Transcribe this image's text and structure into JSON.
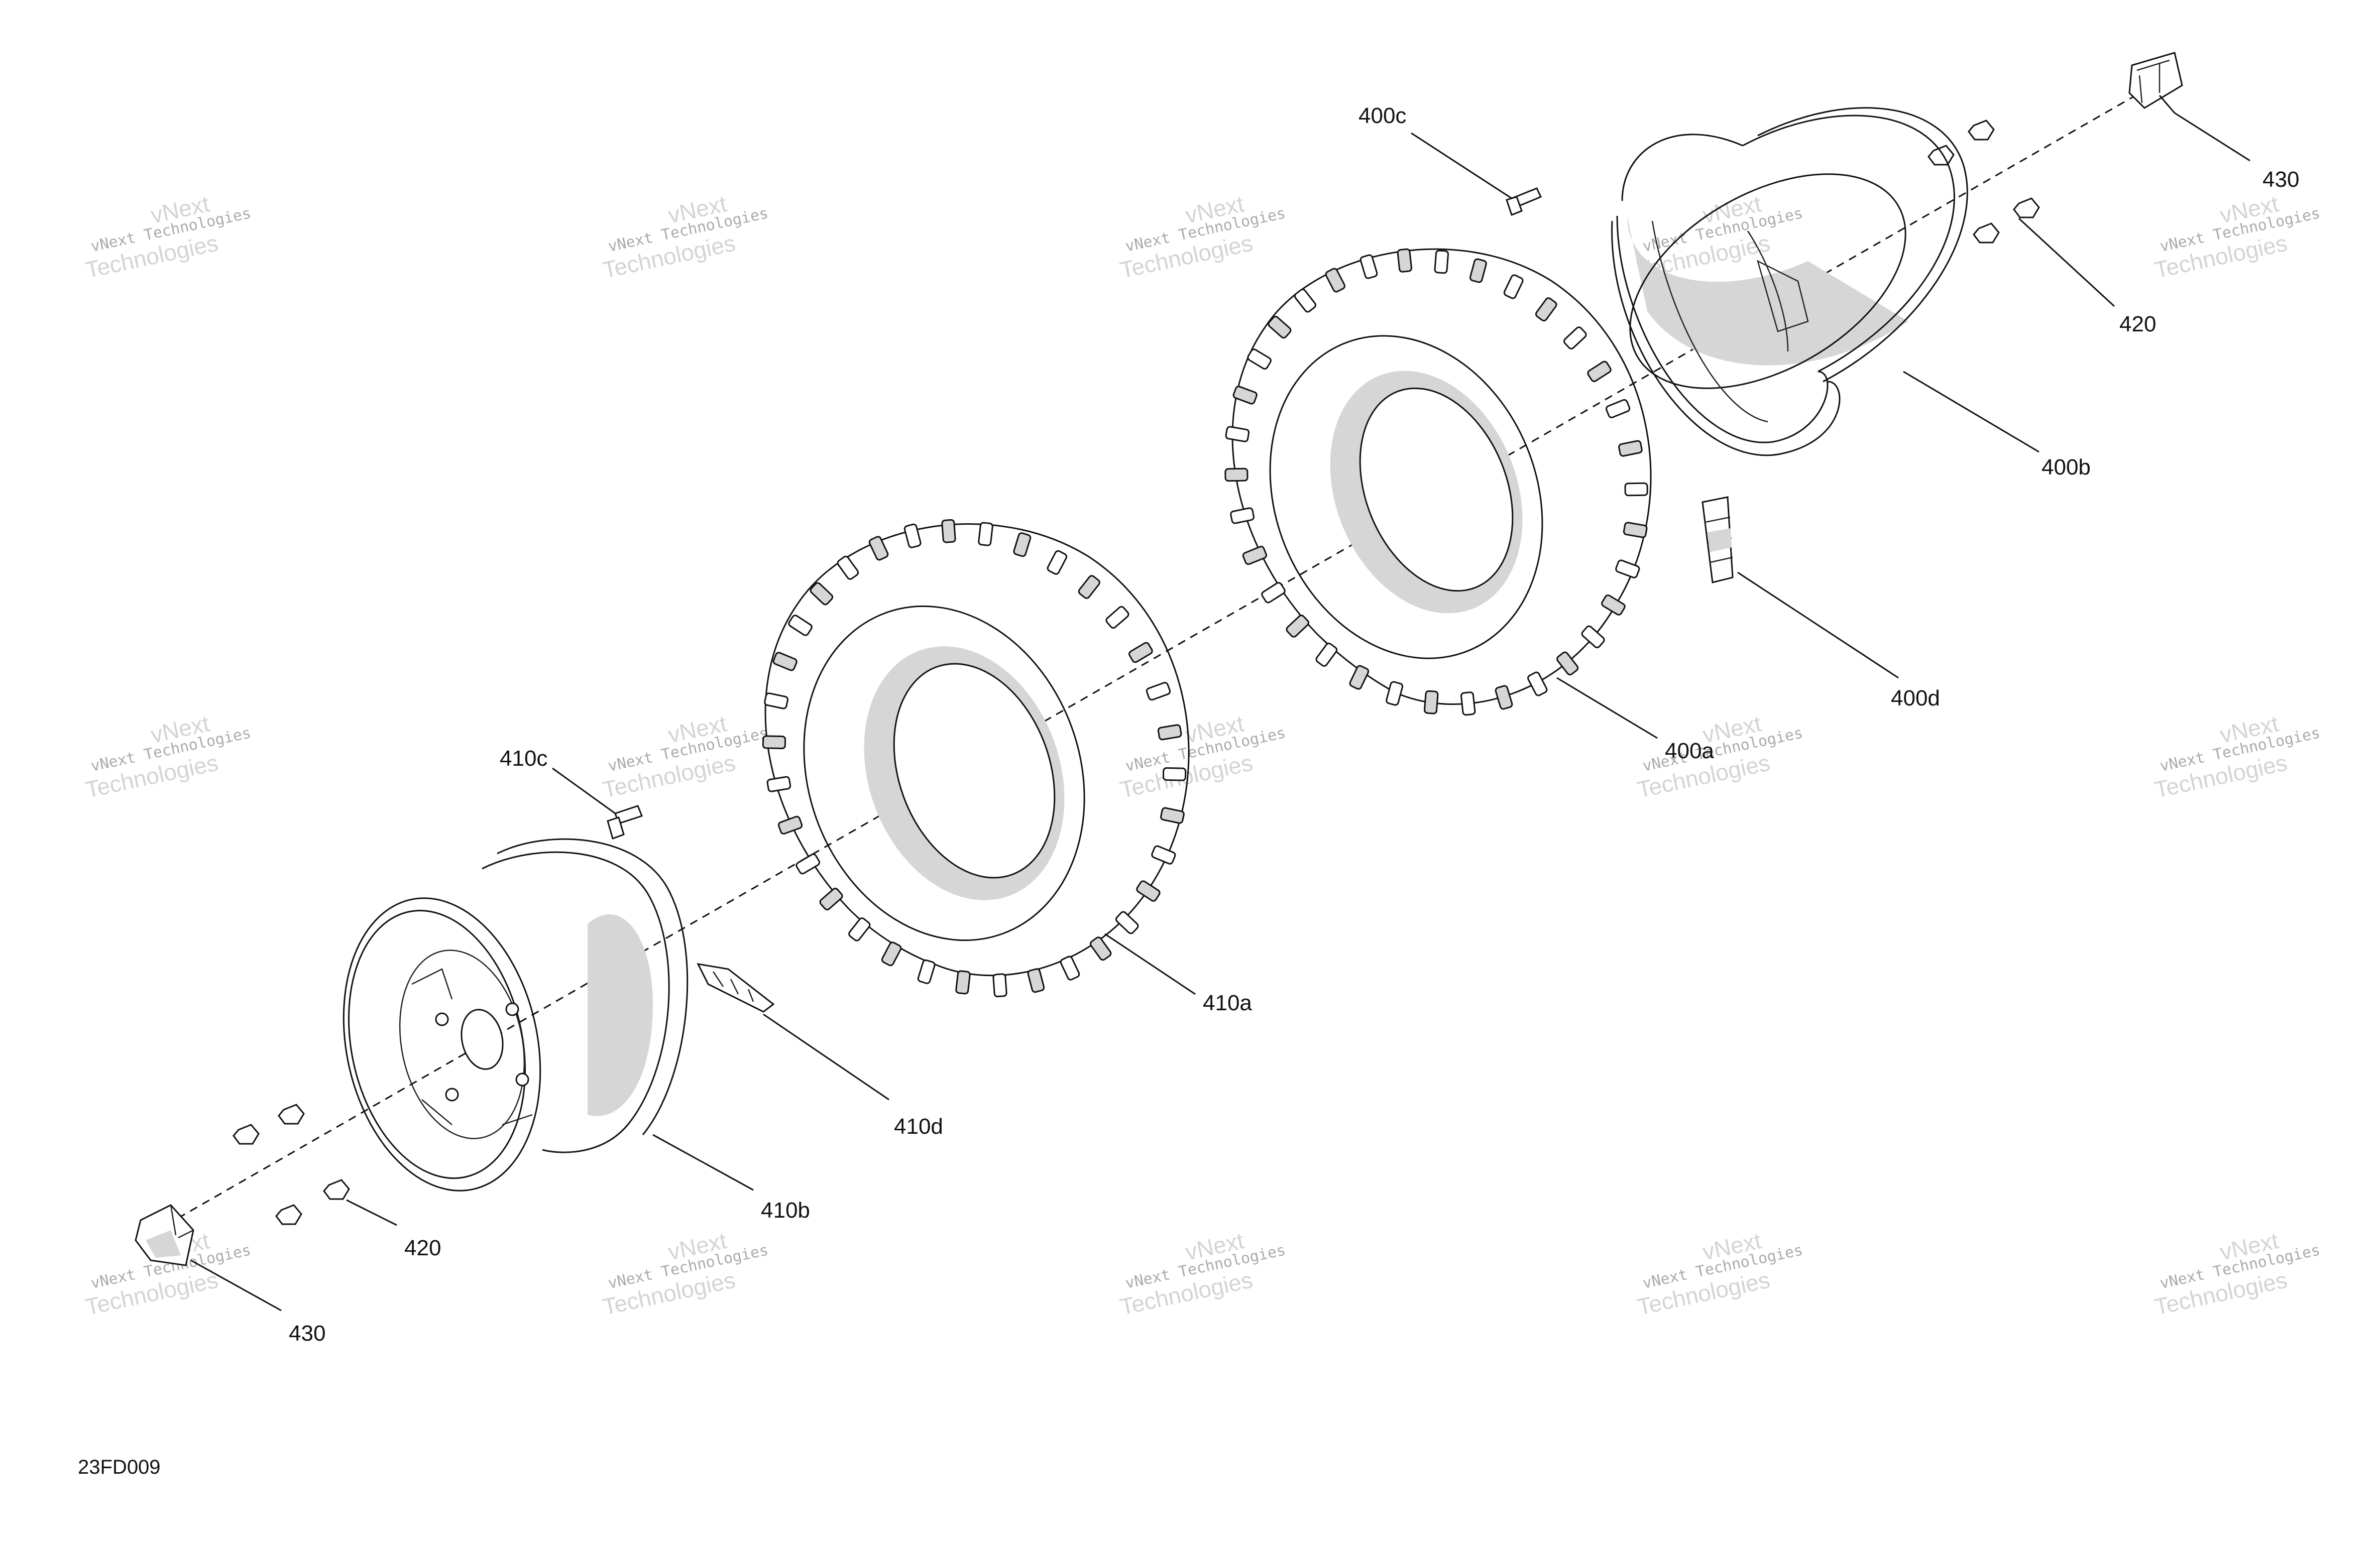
{
  "figure_id": "23FD009",
  "watermark": {
    "line1": "vNext Technologies",
    "line2": "vNext",
    "line3": "Technologies"
  },
  "callouts": {
    "c400a": "400a",
    "c400b": "400b",
    "c400c": "400c",
    "c400d": "400d",
    "c410a": "410a",
    "c410b": "410b",
    "c410c": "410c",
    "c410d": "410d",
    "c420_left": "420",
    "c420_right": "420",
    "c430_left": "430",
    "c430_right": "430"
  },
  "colors": {
    "line": "#111111",
    "shade": "#d6d6d6",
    "watermark": "#cccccc"
  }
}
